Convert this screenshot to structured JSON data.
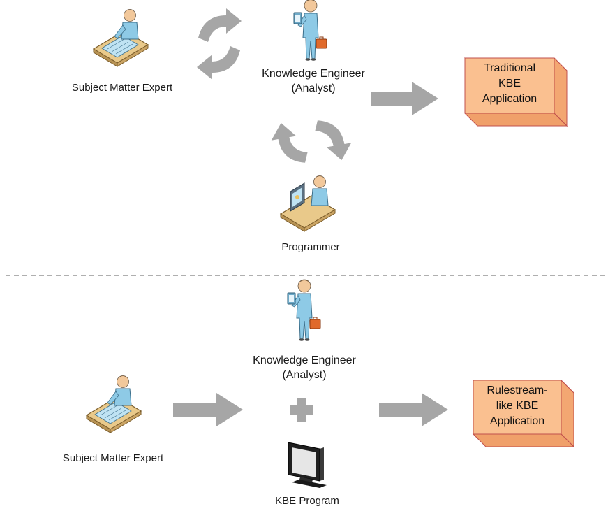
{
  "top": {
    "sme_label": "Subject Matter Expert",
    "ke_label_line1": "Knowledge Engineer",
    "ke_label_line2": "(Analyst)",
    "programmer_label": "Programmer",
    "result_box_lines": [
      "Traditional",
      "KBE",
      "Application"
    ]
  },
  "bottom": {
    "sme_label": "Subject Matter Expert",
    "ke_label_line1": "Knowledge Engineer",
    "ke_label_line2": "(Analyst)",
    "program_label": "KBE Program",
    "result_box_lines": [
      "Rulestream-",
      "like KBE",
      "Application"
    ]
  },
  "colors": {
    "arrow": "#a6a6a6",
    "box_fill": "#fac090",
    "box_side": "#f3a772",
    "box_stroke": "#c0504d",
    "divider": "#7f7f7f",
    "person_body": "#8ecae6",
    "desk": "#e9c98a"
  },
  "icons": {
    "sme": "person-at-desk-icon",
    "knowledge_engineer": "person-with-clipboard-icon",
    "programmer": "person-at-computer-desk-icon",
    "kbe_program": "monitor-icon",
    "plus": "plus-icon"
  }
}
